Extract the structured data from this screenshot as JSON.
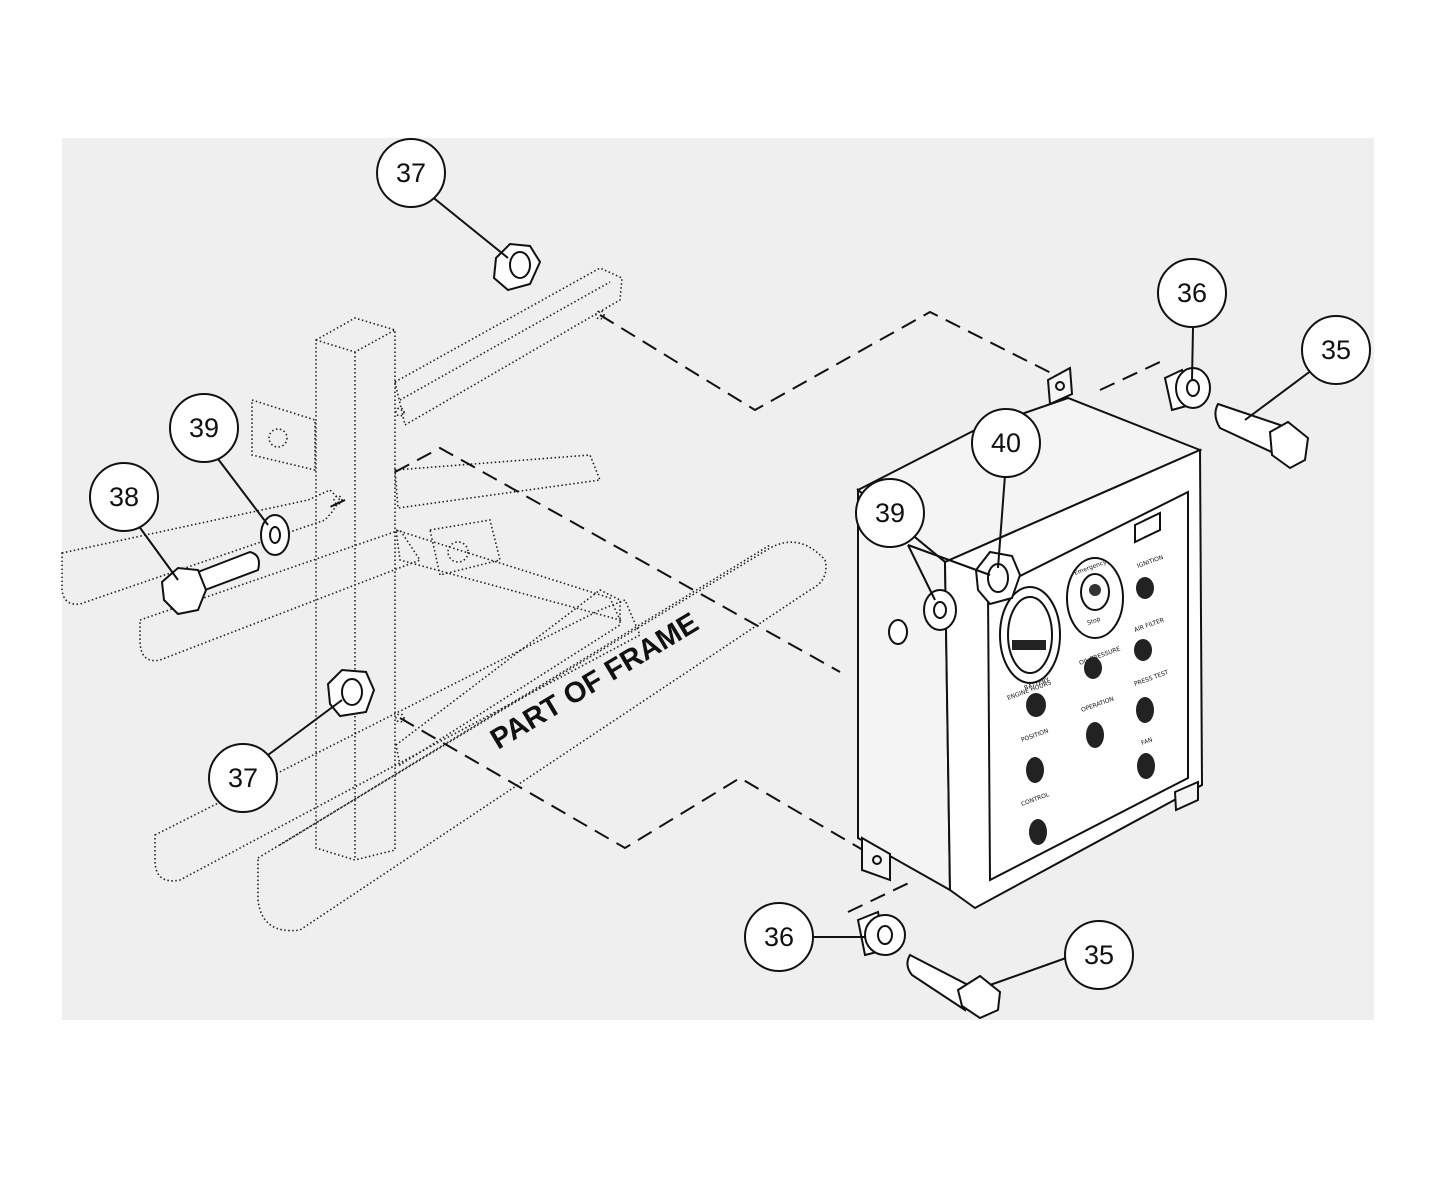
{
  "frame_label": "PART OF FRAME",
  "callouts": [
    {
      "id": "c37-top",
      "label": "37"
    },
    {
      "id": "c39-left",
      "label": "39"
    },
    {
      "id": "c38",
      "label": "38"
    },
    {
      "id": "c37-bottom",
      "label": "37"
    },
    {
      "id": "c36-top",
      "label": "36"
    },
    {
      "id": "c35-top",
      "label": "35"
    },
    {
      "id": "c40",
      "label": "40"
    },
    {
      "id": "c39-right",
      "label": "39"
    },
    {
      "id": "c36-bottom",
      "label": "36"
    },
    {
      "id": "c35-bottom",
      "label": "35"
    }
  ],
  "panel": {
    "emergency_line1": "Emergency",
    "emergency_line2": "Stop",
    "engine_hours": "ENGINE HOURS",
    "ignition": "IGNITION",
    "air_filter": "AIR FILTER",
    "oil_pressure": "OIL PRESSURE",
    "press_test": "PRESS TEST",
    "battery": "BATTERY",
    "operation": "OPERATION",
    "position": "POSITION",
    "fan": "FAN",
    "control": "CONTROL"
  }
}
